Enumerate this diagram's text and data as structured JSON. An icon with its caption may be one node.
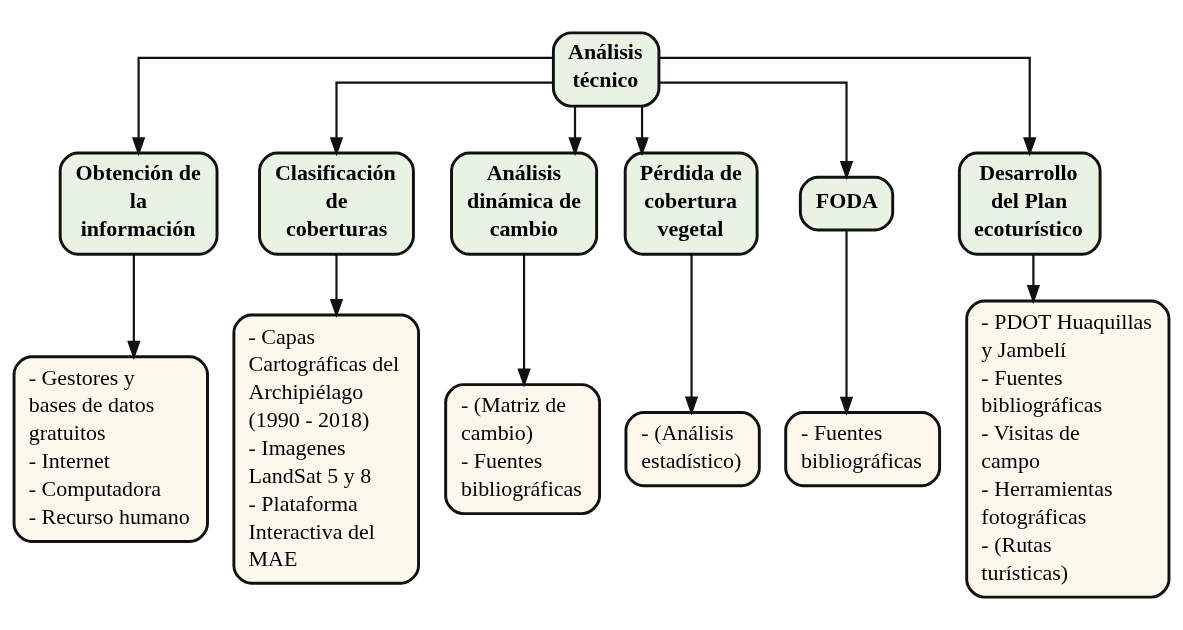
{
  "diagram": {
    "nodes": [
      {
        "text": [
          "Análisis técnico"
        ]
      },
      {
        "text": [
          "Obtención de la información"
        ]
      },
      {
        "text": [
          "Clasificación de coberturas"
        ]
      },
      {
        "text": [
          "Análisis dinámica de cambio"
        ]
      },
      {
        "text": [
          "Pérdida de cobertura vegetal"
        ]
      },
      {
        "text": [
          "FODA"
        ]
      },
      {
        "text": [
          "Desarrollo del Plan ecoturístico"
        ]
      },
      {
        "text": [
          "- Gestores y bases de datos gratuitos",
          "- Internet",
          "- Computadora",
          "- Recurso humano"
        ]
      },
      {
        "text": [
          "- Capas Cartográficas del Archipiélago (1990 - 2018)",
          "- Imagenes LandSat 5 y 8",
          "- Plataforma Interactiva del MAE"
        ]
      },
      {
        "text": [
          "- (Matriz de cambio)",
          "- Fuentes bibliográficas"
        ]
      },
      {
        "text": [
          "- (Análisis estadístico)"
        ]
      },
      {
        "text": [
          "- Fuentes bibliográficas"
        ]
      },
      {
        "text": [
          "- PDOT Huaquillas y Jambelí",
          "- Fuentes bibliográficas",
          "- Visitas de campo",
          "- Herramientas fotográficas",
          "- (Rutas turísticas)"
        ]
      }
    ],
    "edges": [
      {
        "from": 0,
        "to": 1,
        "arrow": "to"
      },
      {
        "from": 0,
        "to": 2,
        "arrow": "to"
      },
      {
        "from": 0,
        "to": 3,
        "arrow": "to"
      },
      {
        "from": 0,
        "to": 4,
        "arrow": "to"
      },
      {
        "from": 0,
        "to": 5,
        "arrow": "to"
      },
      {
        "from": 0,
        "to": 6,
        "arrow": "to"
      },
      {
        "from": 1,
        "to": 7,
        "arrow": "to"
      },
      {
        "from": 2,
        "to": 8,
        "arrow": "to"
      },
      {
        "from": 3,
        "to": 9,
        "arrow": "to"
      },
      {
        "from": 4,
        "to": 10,
        "arrow": "to"
      },
      {
        "from": 5,
        "to": 11,
        "arrow": "to"
      },
      {
        "from": 6,
        "to": 12,
        "arrow": "to"
      }
    ]
  }
}
